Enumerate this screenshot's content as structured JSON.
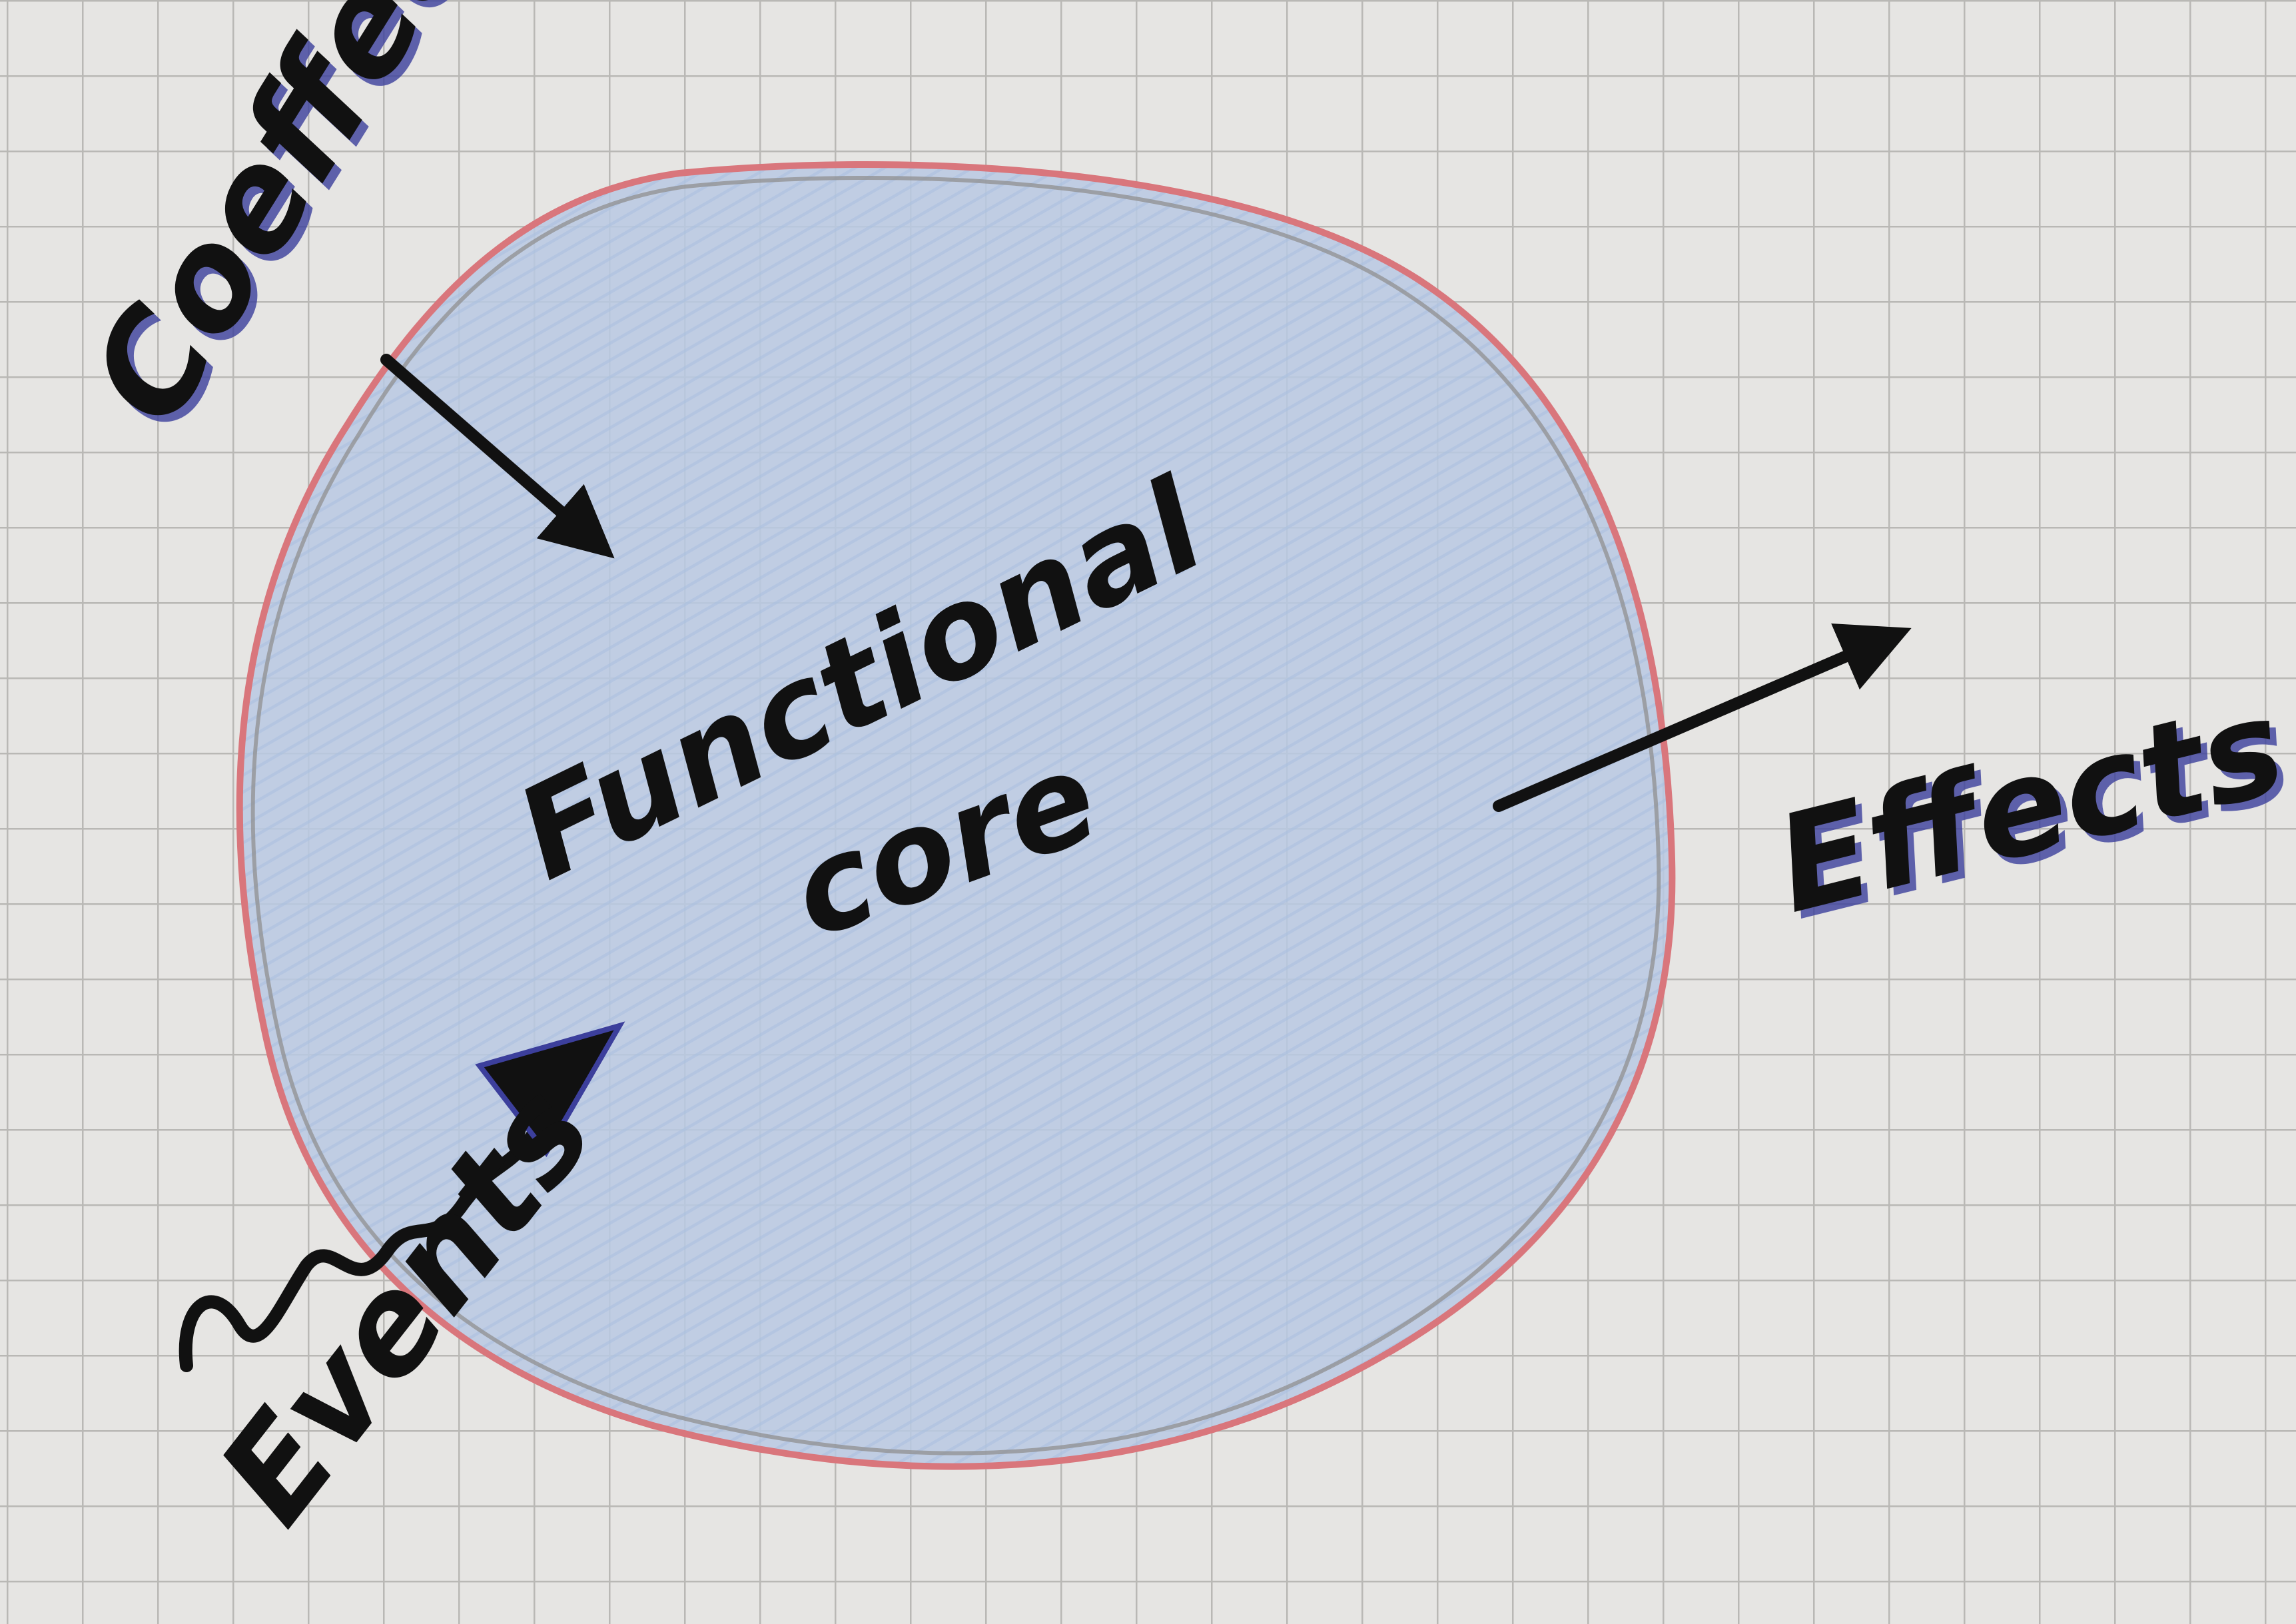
{
  "diagram": {
    "core_label_line1": "Functional",
    "core_label_line2": "core",
    "coeffects_label": "Coeffects",
    "events_label": "Events",
    "effects_label": "Effects",
    "colors": {
      "paper": "#e6e5e3",
      "grid": "#b9b8b5",
      "core_fill": "#b8c9e3",
      "core_outline": "#d9767c",
      "core_outline_inner": "#8d8c8a",
      "ink": "#111111",
      "ink_accent": "#3c3f9c"
    }
  }
}
